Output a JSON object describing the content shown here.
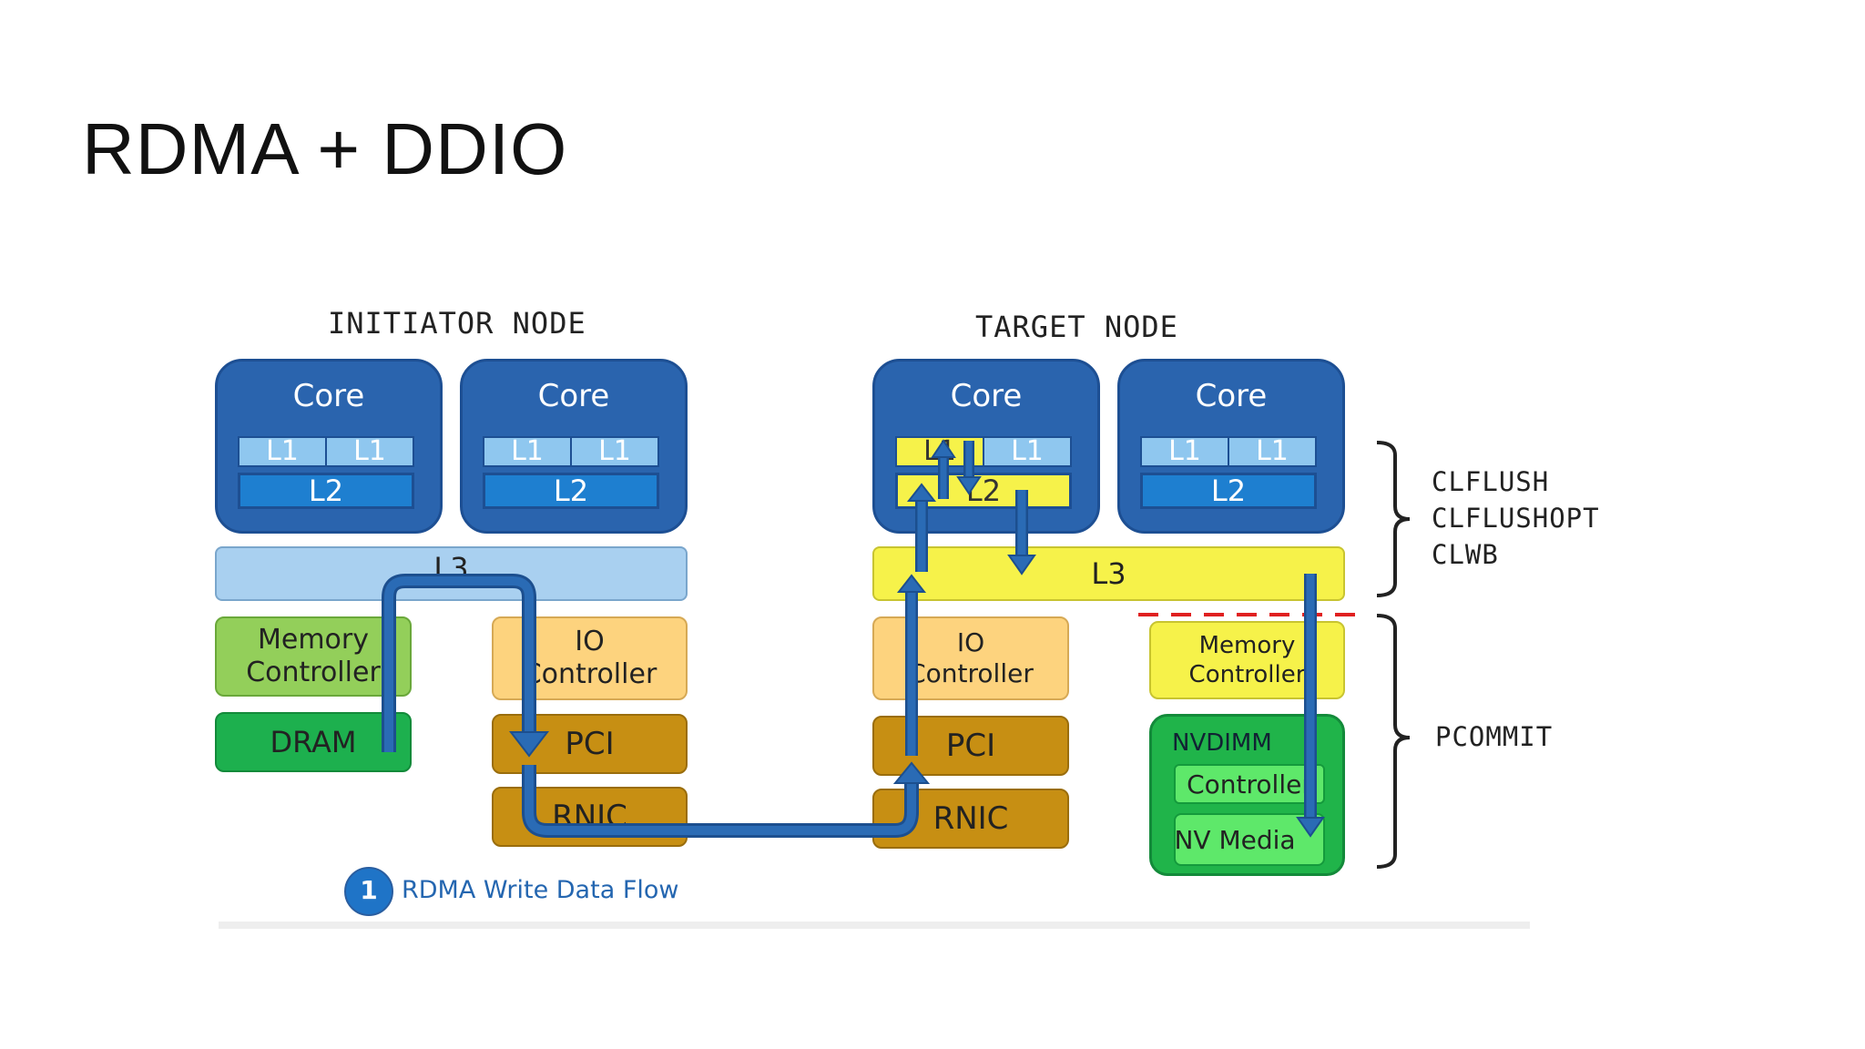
{
  "title": "RDMA + DDIO",
  "initiator": {
    "label": "INITIATOR NODE",
    "core_label": "Core",
    "l1_label": "L1",
    "l2_label": "L2",
    "l3_label": "L3",
    "memory_controller": "Memory Controller",
    "dram": "DRAM",
    "io_controller": "IO Controller",
    "pci": "PCI",
    "rnic": "RNIC"
  },
  "target": {
    "label": "TARGET NODE",
    "core_label": "Core",
    "l1_label": "L1",
    "l2_label": "L2",
    "l3_label": "L3",
    "io_controller": "IO Controller",
    "pci": "PCI",
    "rnic": "RNIC",
    "memory_controller": "Memory Controller",
    "nvdimm": "NVDIMM",
    "nv_controller": "Controller",
    "nv_media": "NV Media"
  },
  "annotations": {
    "cache_flush": [
      "CLFLUSH",
      "CLFLUSHOPT",
      "CLWB"
    ],
    "pcommit": "PCOMMIT"
  },
  "legend": {
    "number": "1",
    "text": "RDMA Write Data Flow"
  },
  "colors": {
    "core_blue": "#2a64ae",
    "l1_light_blue": "#8fc7ef",
    "l2_blue": "#1e7fd0",
    "l3_initiator": "#a9d0f0",
    "l3_target": "#f6f24a",
    "memory_controller_green": "#93cf5a",
    "dram_green": "#1db04e",
    "io_controller_orange": "#fdd37e",
    "pci_rnic_brown": "#c78f13",
    "memory_controller_yellow": "#f6f24a",
    "nvdimm_green": "#20b44a",
    "nv_inner_green": "#5ee86a",
    "flow_arrow": "#1f5ea8",
    "divider_red": "#e02020"
  }
}
